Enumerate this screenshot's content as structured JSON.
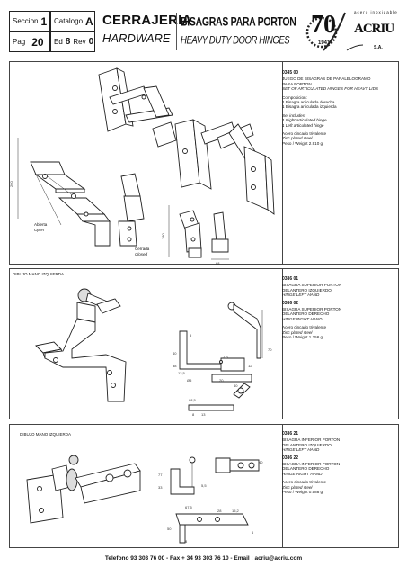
{
  "header": {
    "seccion_label": "Seccion",
    "seccion_value": "1",
    "catalogo_label": "Catalogo",
    "catalogo_value": "A",
    "pag_label": "Pag",
    "pag_value": "20",
    "ed_label": "Ed",
    "ed_value": "8",
    "rev_label": "Rev",
    "rev_value": "0",
    "category_es": "CERRAJERIA",
    "category_en": "HARDWARE",
    "product_es": "BISAGRAS PARA PORTON",
    "product_en": "HEAVY DUTY DOOR HINGES"
  },
  "logo": {
    "tagline": "acero inoxidable",
    "seventy": "70",
    "years": "1941",
    "brand": "ACRIU",
    "sa": "S.A."
  },
  "section1": {
    "open_es": "Abierta",
    "open_en": "Open",
    "closed_es": "Cerrada",
    "closed_en": "Closed",
    "dim_height": "260",
    "dim_closed_h": "180",
    "dim_closed_w": "68",
    "code": "0345 00",
    "desc_es1": "JUEGO DE BISAGRAS DE PARALELOGRAMO",
    "desc_es2": "PARA PORTON",
    "desc_en": "SET OF ARTICULATED HINGES FOR HEAVY LIDS",
    "composition_label": "Composicion:",
    "comp1": "1 Bisagra articulada derecha",
    "comp2": "1 Bisagra articulada izquierda",
    "includes_label": "Set includes:",
    "inc1": "1 Right articulated hinge",
    "inc2": "1 Left articulated hinge",
    "material_es": "Acero cincado trivalente",
    "material_en": "Zinc plated steel",
    "weight": "Peso / Weight  2.910 g"
  },
  "section2": {
    "label": "DIBUJO MANO IZQUIERDA",
    "code1": "0386 01",
    "desc1_es1": "BISAGRA SUPERIOR PORTON",
    "desc1_es2": "DELANTERO IZQUIERDO",
    "desc1_en": "HINGE LEFT HAND",
    "code2": "0386 02",
    "desc2_es1": "BISAGRA SUPERIOR PORTON",
    "desc2_es2": "DELANTERO DERECHO",
    "desc2_en": "HINGE RIGHT HAND",
    "material_es": "Acero cincado trivalente",
    "material_en": "Zinc plated steel",
    "weight": "Peso / Weight  1.256 g",
    "dims": [
      "40",
      "5",
      "38",
      "13,5",
      "Ø5",
      "7,5",
      "12",
      "20",
      "40",
      "70",
      "88,5",
      "8",
      "13"
    ]
  },
  "section3": {
    "label": "DIBUJO MANO IZQUIERDA",
    "code1": "0386 21",
    "desc1_es1": "BISAGRA INFERIOR PORTON",
    "desc1_es2": "DELANTERO IZQUIERDO",
    "desc1_en": "HINGE LEFT HAND",
    "code2": "0386 22",
    "desc2_es1": "BISAGRA INFERIOR PORTON",
    "desc2_es2": "DELANTERO DERECHO",
    "desc2_en": "HINGE RIGHT HAND",
    "material_es": "Acero cincado trivalente",
    "material_en": "Zinc plated steel",
    "weight": "Peso / Weight  0.588 g",
    "dims": [
      "77",
      "33",
      "5,5",
      "40",
      "67,5",
      "28",
      "15,2",
      "50",
      "8",
      "6"
    ]
  },
  "footer": {
    "text": "Telefono 93 303 76 00  - Fax  + 34 93 303 76 10 - Email : acriu@acriu.com"
  }
}
